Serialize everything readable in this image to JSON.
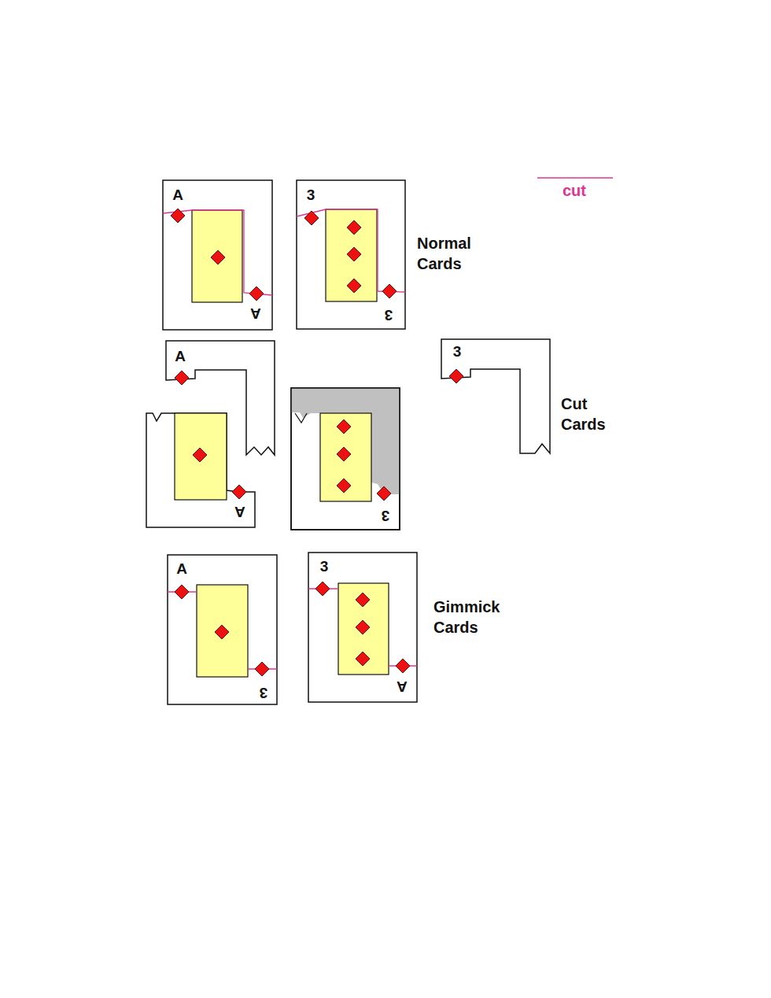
{
  "diagram": {
    "nodes": [
      {
        "text": [
          "A",
          "A"
        ]
      },
      {
        "text": [
          "3",
          "3"
        ]
      },
      {
        "text": [
          "A"
        ]
      },
      {
        "text": [
          "3"
        ]
      },
      {
        "text": [
          "A"
        ]
      },
      {
        "text": [
          "3"
        ]
      },
      {
        "text": [
          "A",
          "3"
        ]
      },
      {
        "text": [
          "3",
          "A"
        ]
      }
    ],
    "labels": [
      "Normal Cards",
      "Cut Cards",
      "Gimmick Cards"
    ],
    "legend": [
      {
        "text": "cut"
      }
    ]
  }
}
